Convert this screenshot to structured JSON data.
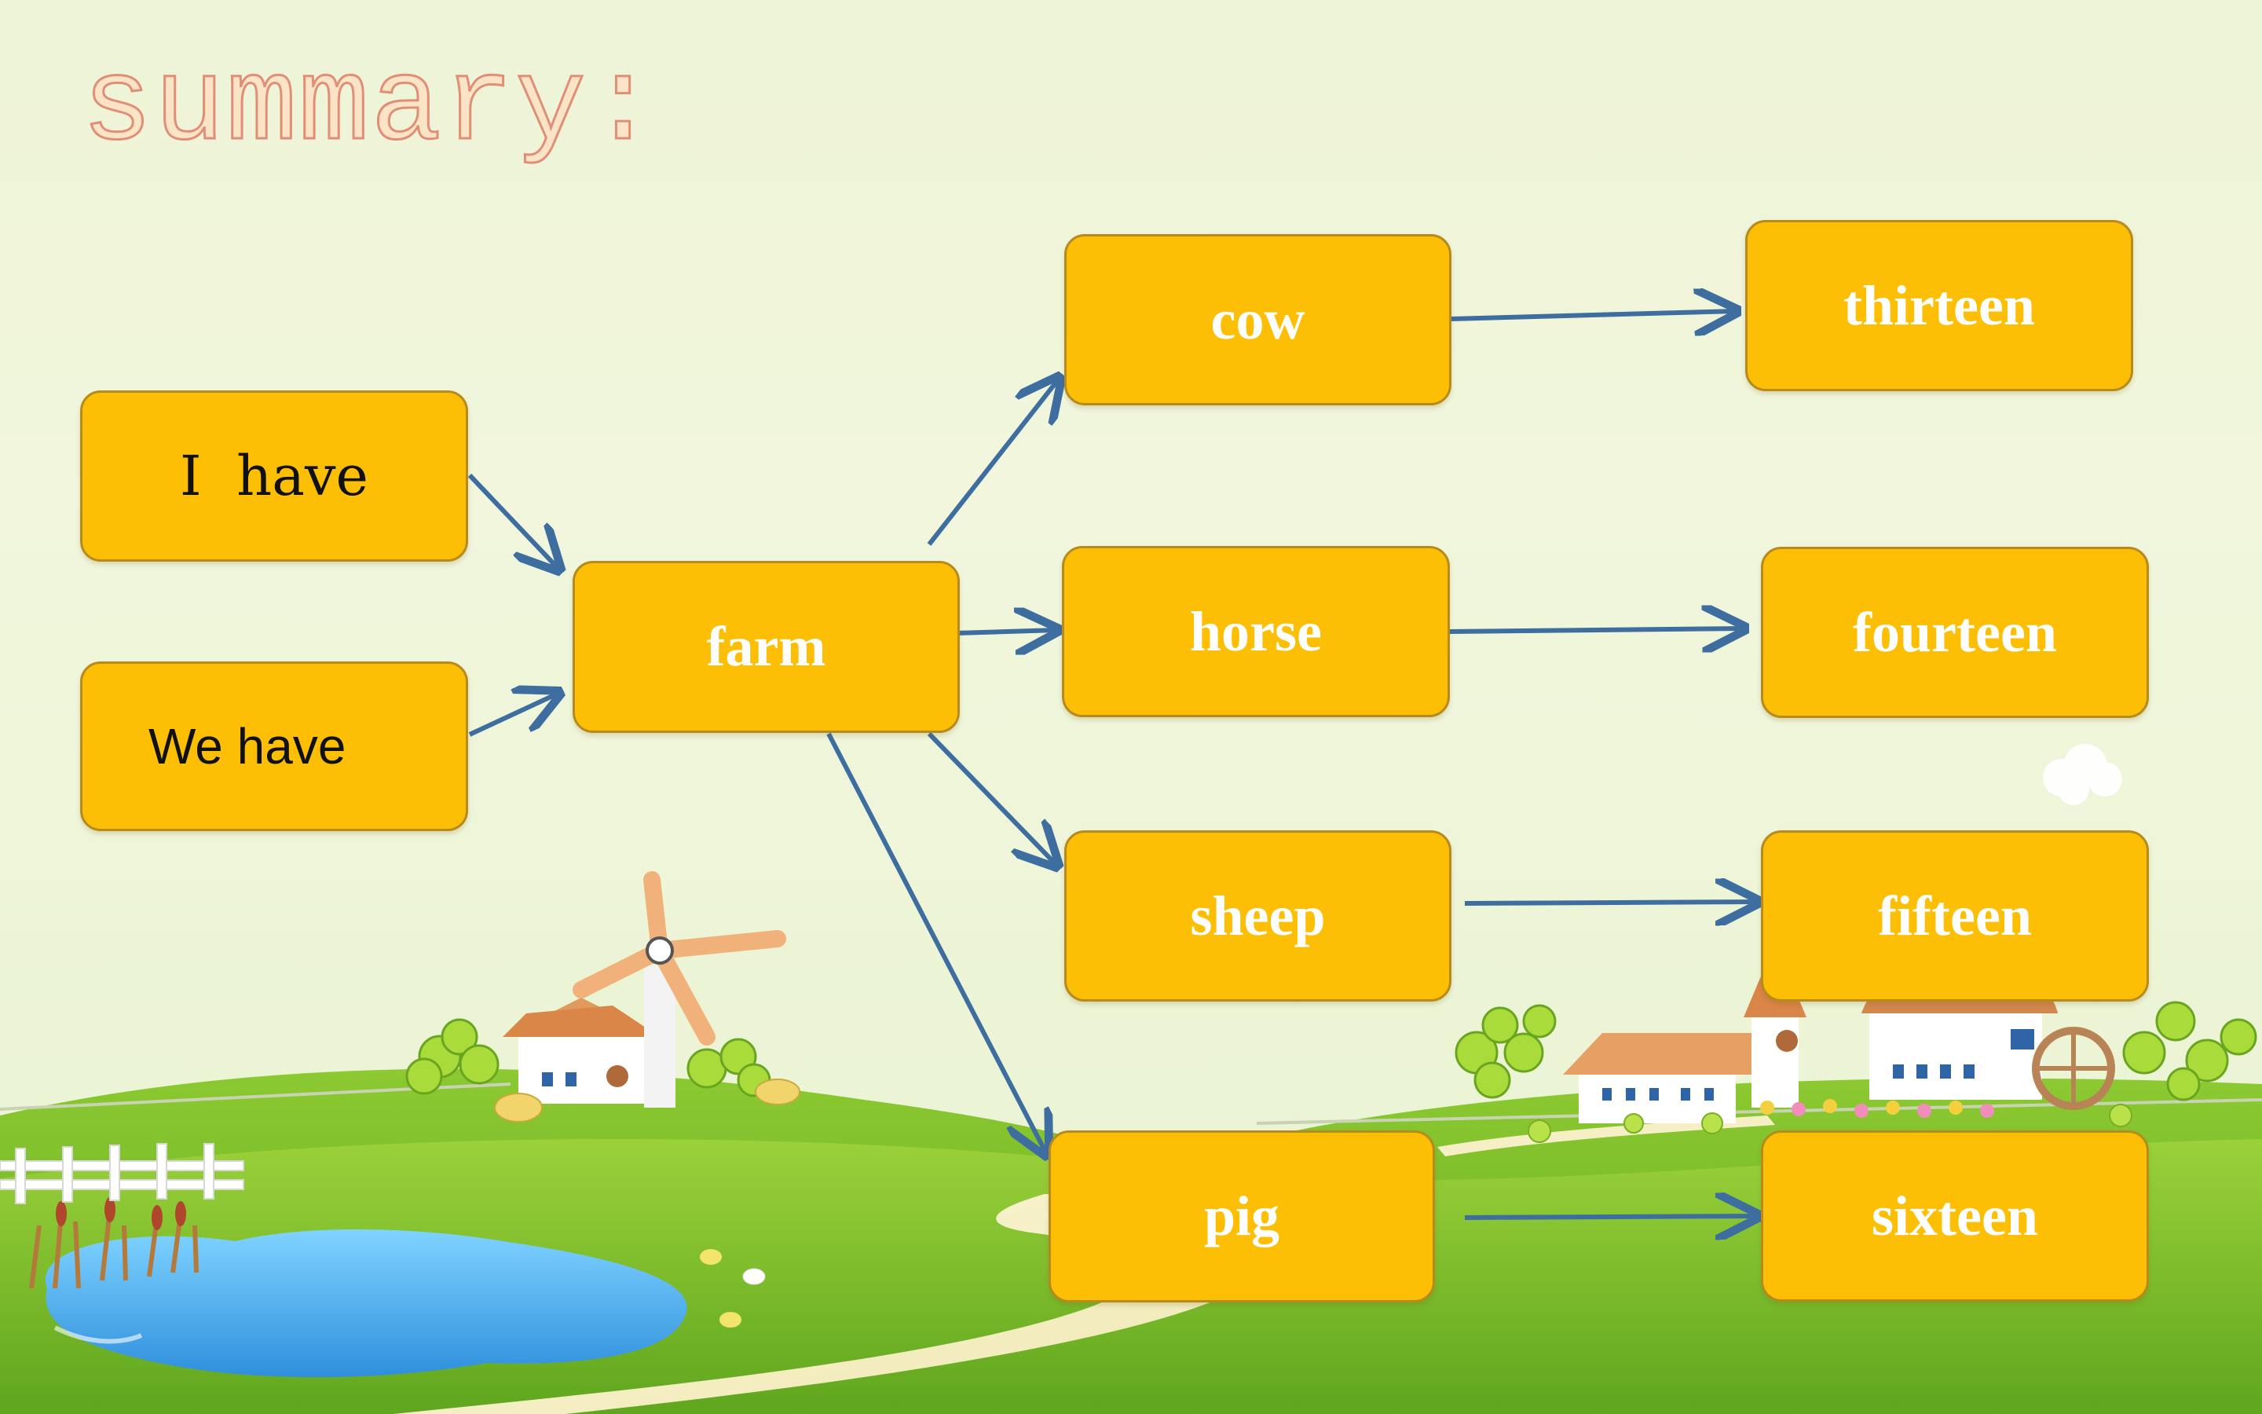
{
  "slide": {
    "title": "summary:"
  },
  "diagram": {
    "subjects": [
      "I  have",
      "We have"
    ],
    "center": "farm",
    "animals": [
      "cow",
      "horse",
      "sheep",
      "pig"
    ],
    "numbers": [
      "thirteen",
      "fourteen",
      "fifteen",
      "sixteen"
    ]
  },
  "colors": {
    "node_fill": "#fdbf05",
    "node_border": "#b68a1c",
    "arrow": "#3e6ea0",
    "title_fill": "#fbe3c6",
    "title_stroke": "#e08f76"
  },
  "icons": {
    "background": "farm-landscape-illustration"
  }
}
